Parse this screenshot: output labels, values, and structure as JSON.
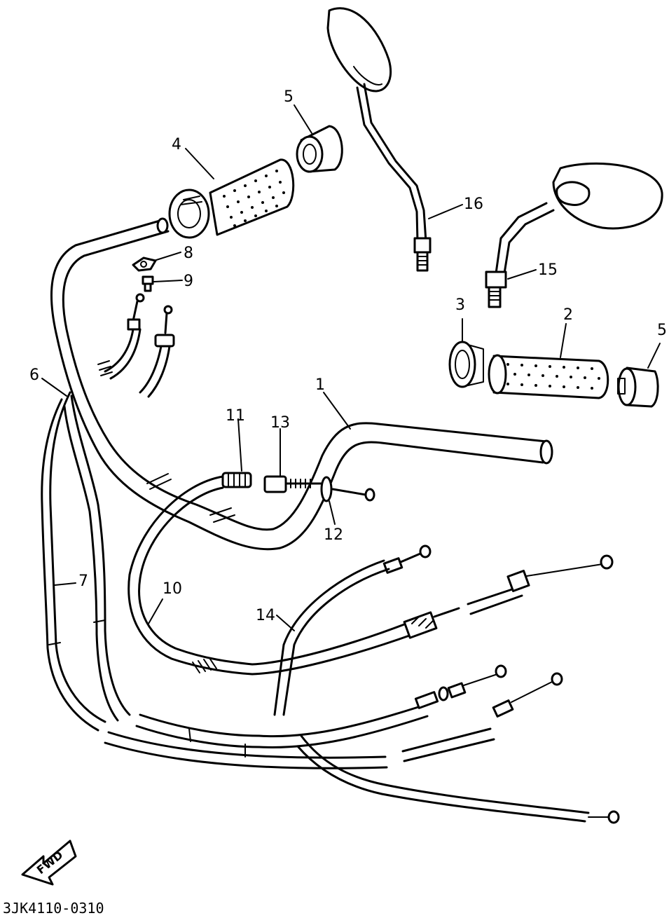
{
  "diagram_code": "3JK4110-0310",
  "fwd_label": "FWD",
  "callouts": {
    "c1": "1",
    "c2": "2",
    "c3": "3",
    "c4": "4",
    "c5a": "5",
    "c5b": "5",
    "c6": "6",
    "c7": "7",
    "c8": "8",
    "c9": "9",
    "c10": "10",
    "c11": "11",
    "c12": "12",
    "c13": "13",
    "c14": "14",
    "c15": "15",
    "c16": "16"
  }
}
